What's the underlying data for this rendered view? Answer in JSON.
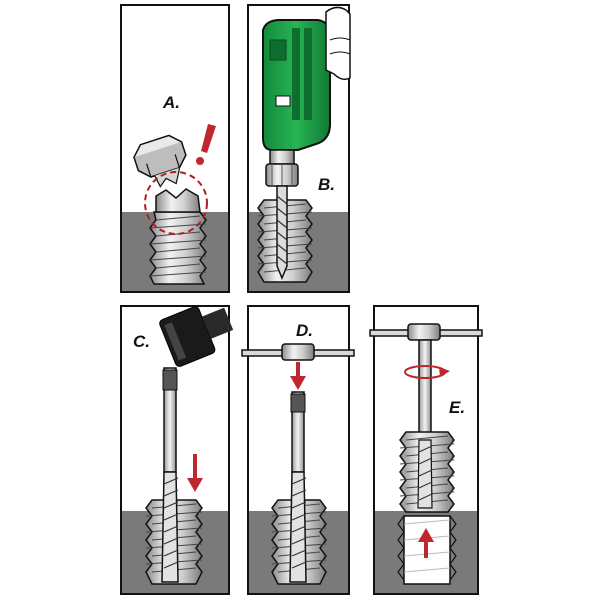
{
  "colors": {
    "ground": "#7a7a7a",
    "outline": "#111111",
    "drill_green": "#1fa24a",
    "arrow_red": "#c0262d",
    "metal_light": "#e6e6e6",
    "metal_mid": "#a9a9a9"
  },
  "panels": [
    {
      "id": "a",
      "label": "A.",
      "step": "broken-bolt"
    },
    {
      "id": "b",
      "label": "B.",
      "step": "drill-pilot-hole"
    },
    {
      "id": "c",
      "label": "C.",
      "step": "hammer-extractor"
    },
    {
      "id": "d",
      "label": "D.",
      "step": "attach-tap-wrench"
    },
    {
      "id": "e",
      "label": "E.",
      "step": "turn-and-extract"
    }
  ],
  "icons": {
    "warning": "exclamation-icon",
    "rotation": "rotation-arrow-icon",
    "down_arrow": "down-arrow-icon",
    "up_arrow": "up-arrow-icon"
  }
}
